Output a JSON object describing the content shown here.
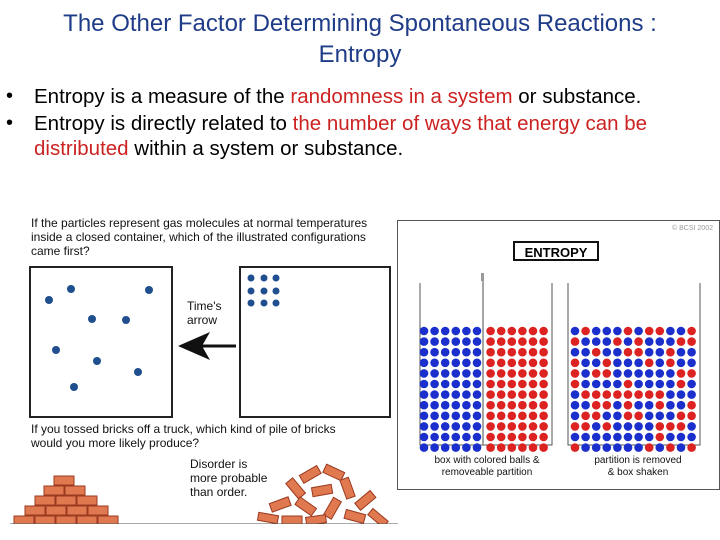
{
  "slide": {
    "title_line1": "The Other Factor Determining Spontaneous Reactions :",
    "title_line2": "Entropy",
    "bullets": [
      {
        "pre": "Entropy is a measure of the ",
        "highlight": "randomness in a system",
        "post": " or substance."
      },
      {
        "pre": "Entropy is directly related to ",
        "highlight": "the number of ways that energy can be distributed",
        "post": " within a system or substance."
      }
    ],
    "colors": {
      "title": "#1f3c88",
      "highlight": "#cc2222",
      "blue_ball": "#1a2fcc",
      "red_ball": "#dd2222",
      "brick": "#e07850"
    }
  },
  "left_figure": {
    "question1_line1": "If the particles represent gas molecules at normal temperatures",
    "question1_line2": "inside a closed container, which of the illustrated configurations",
    "question1_line3": "came first?",
    "arrow_label_line1": "Time's",
    "arrow_label_line2": "arrow",
    "question2_line1": "If you tossed bricks off a truck, which kind of pile of bricks",
    "question2_line2": "would you more likely produce?",
    "disorder_line1": "Disorder is",
    "disorder_line2": "more probable",
    "disorder_line3": "than order."
  },
  "right_figure": {
    "label": "ENTROPY",
    "credit": "© BCSI 2002",
    "caption_left_line1": "box with colored balls &",
    "caption_left_line2": "removeable partition",
    "caption_right_line1": "partition is removed",
    "caption_right_line2": "& box shaken"
  }
}
